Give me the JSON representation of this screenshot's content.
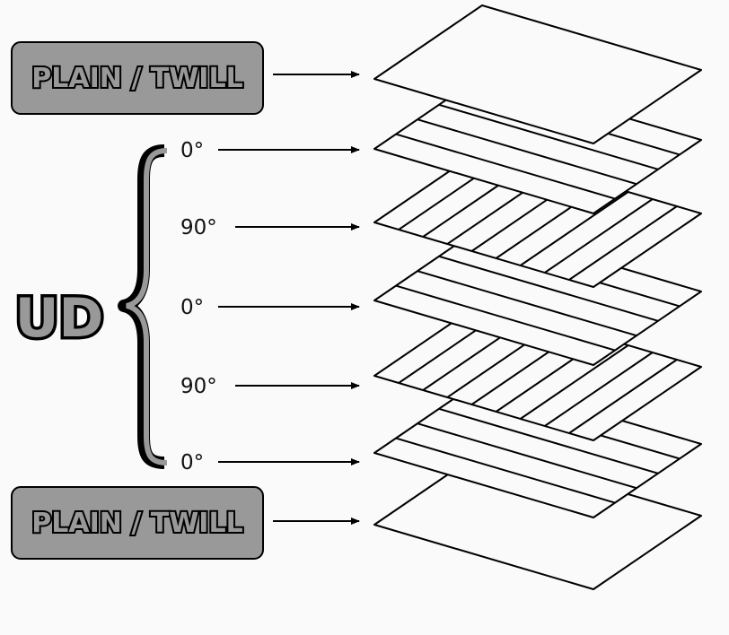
{
  "colors": {
    "background": "#fafafa",
    "label_fill": "#999999",
    "stroke": "#000000",
    "layer_fill": "#fafafa"
  },
  "top_label": "PLAIN / TWILL",
  "bottom_label": "PLAIN / TWILL",
  "group_label": "UD",
  "layers": [
    {
      "kind": "fabric",
      "angle_label": null
    },
    {
      "kind": "ud",
      "orientation": 0,
      "angle_label": "0°"
    },
    {
      "kind": "ud",
      "orientation": 90,
      "angle_label": "90°"
    },
    {
      "kind": "ud",
      "orientation": 0,
      "angle_label": "0°"
    },
    {
      "kind": "ud",
      "orientation": 90,
      "angle_label": "90°"
    },
    {
      "kind": "ud",
      "orientation": 0,
      "angle_label": "0°"
    },
    {
      "kind": "fabric",
      "angle_label": null
    }
  ]
}
